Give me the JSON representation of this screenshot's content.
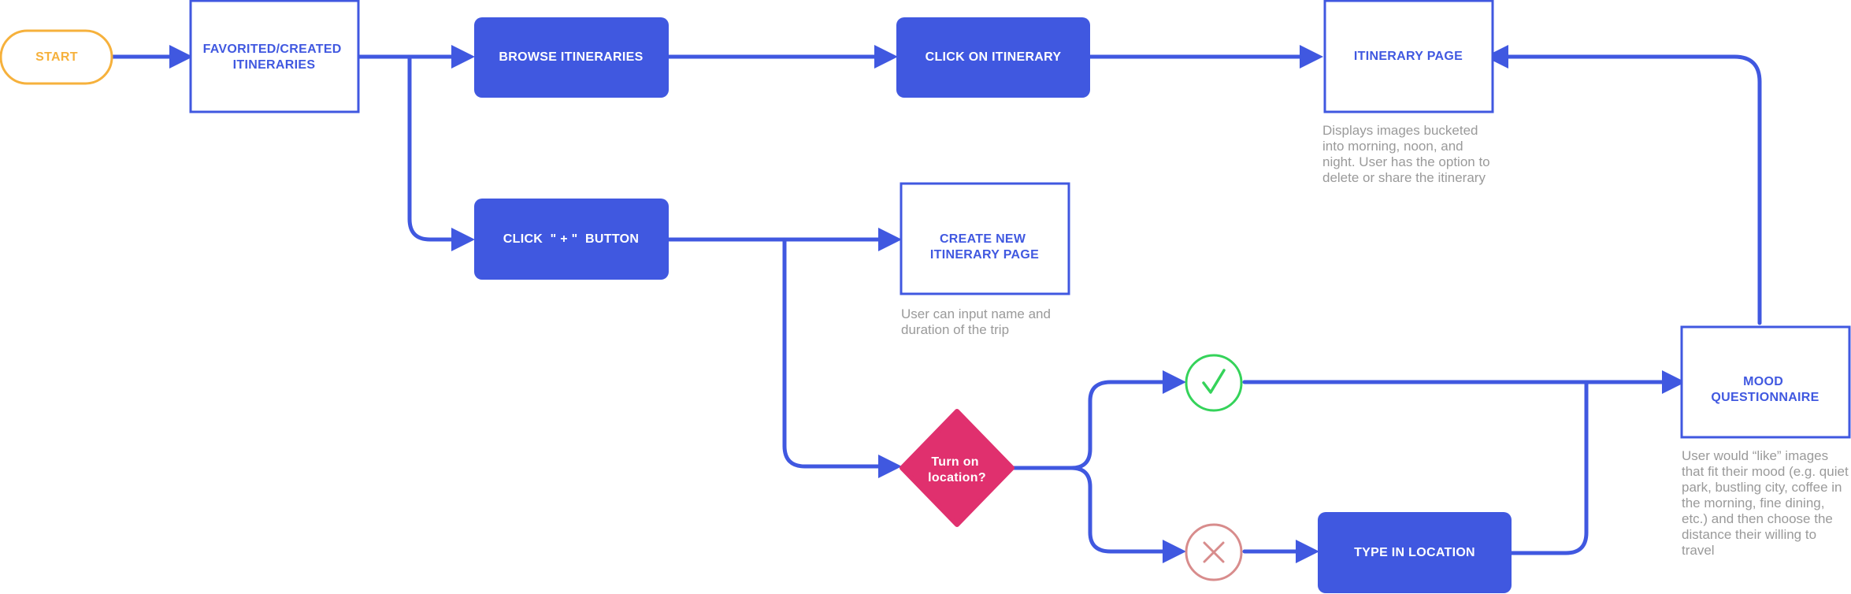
{
  "colors": {
    "primary": "#4058e0",
    "start": "#f6b13c",
    "decision": "#e0306e",
    "yes": "#35d35a",
    "no": "#d88c8c",
    "note": "#9a9a9a"
  },
  "nodes": {
    "start": "START",
    "favorited": [
      "FAVORITED/CREATED",
      "ITINERARIES"
    ],
    "browse": "BROWSE ITINERARIES",
    "click_itinerary": "CLICK ON ITINERARY",
    "itinerary_page": "ITINERARY PAGE",
    "click_plus": "CLICK  \" + \"  BUTTON",
    "create_new": [
      "CREATE NEW",
      "ITINERARY PAGE"
    ],
    "decision": [
      "Turn on",
      "location?"
    ],
    "type_location": "TYPE IN LOCATION",
    "mood": [
      "MOOD",
      "QUESTIONNAIRE"
    ]
  },
  "notes": {
    "itinerary_page": "Displays images bucketed into morning, noon, and night. User has the option to delete or share the itinerary",
    "create_new": "User can input name and duration of the trip",
    "mood": "User would “like” images that fit their mood (e.g. quiet park, bustling city, coffee in the morning, fine dining, etc.) and then choose the distance their willing to travel"
  },
  "icons": {
    "yes": "checkmark-icon",
    "no": "x-icon"
  }
}
